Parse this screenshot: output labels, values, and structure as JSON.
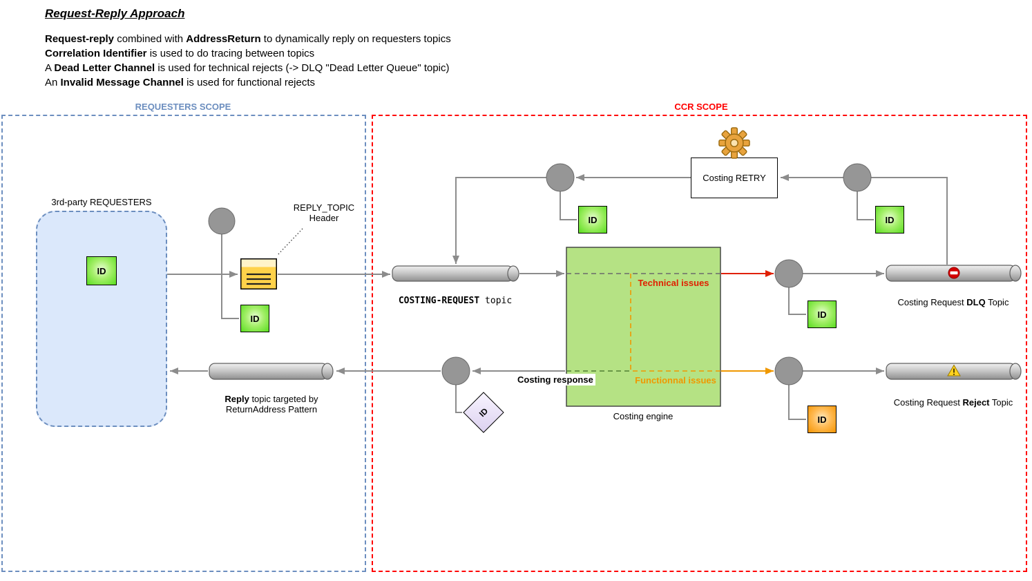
{
  "title": "Request-Reply Approach",
  "intro": {
    "l1_b1": "Request-reply",
    "l1_t1": " combined with ",
    "l1_b2": "AddressReturn",
    "l1_t2": " to dynamically reply on requesters topics",
    "l2_b1": "Correlation Identifier",
    "l2_t1": " is used to do tracing between topics",
    "l3_t0": "A ",
    "l3_b1": "Dead Letter Channel",
    "l3_t1": " is used for technical rejects (-> DLQ \"Dead Letter Queue\" topic)",
    "l4_t0": "An ",
    "l4_b1": "Invalid Message Channel",
    "l4_t1": " is used for functional rejects"
  },
  "scopes": {
    "requesters_label": "REQUESTERS SCOPE",
    "ccr_label": "CCR SCOPE"
  },
  "labels": {
    "id": "ID",
    "requesters_box": "3rd-party REQUESTERS",
    "reply_topic_header_line1": "REPLY_TOPIC",
    "reply_topic_header_line2": "Header",
    "costing_request_topic_mono": "COSTING-REQUEST",
    "costing_request_topic_rest": " topic",
    "costing_retry": "Costing RETRY",
    "technical_issues": "Technical issues",
    "functional_issues": "Functionnal issues",
    "costing_response": "Costing response",
    "costing_engine": "Costing engine",
    "dlq_pre": "Costing Request ",
    "dlq_bold": "DLQ",
    "dlq_post": " Topic",
    "reject_pre": "Costing Request ",
    "reject_bold": "Reject",
    "reject_post": " Topic",
    "reply_bold": "Reply",
    "reply_rest": " topic targeted by",
    "reply_line2": "ReturnAddress Pattern"
  },
  "colors": {
    "requesters_scope_blue": "#6c8ebf",
    "ccr_scope_red": "#ff0000",
    "technical_issues_red": "#e02000",
    "functional_issues_orange": "#f09800",
    "engine_green_fill": "#b5e284",
    "id_stamp_green": "#58dd1e",
    "id_stamp_orange": "#f59300",
    "connector_gray": "#8c8c8c"
  }
}
